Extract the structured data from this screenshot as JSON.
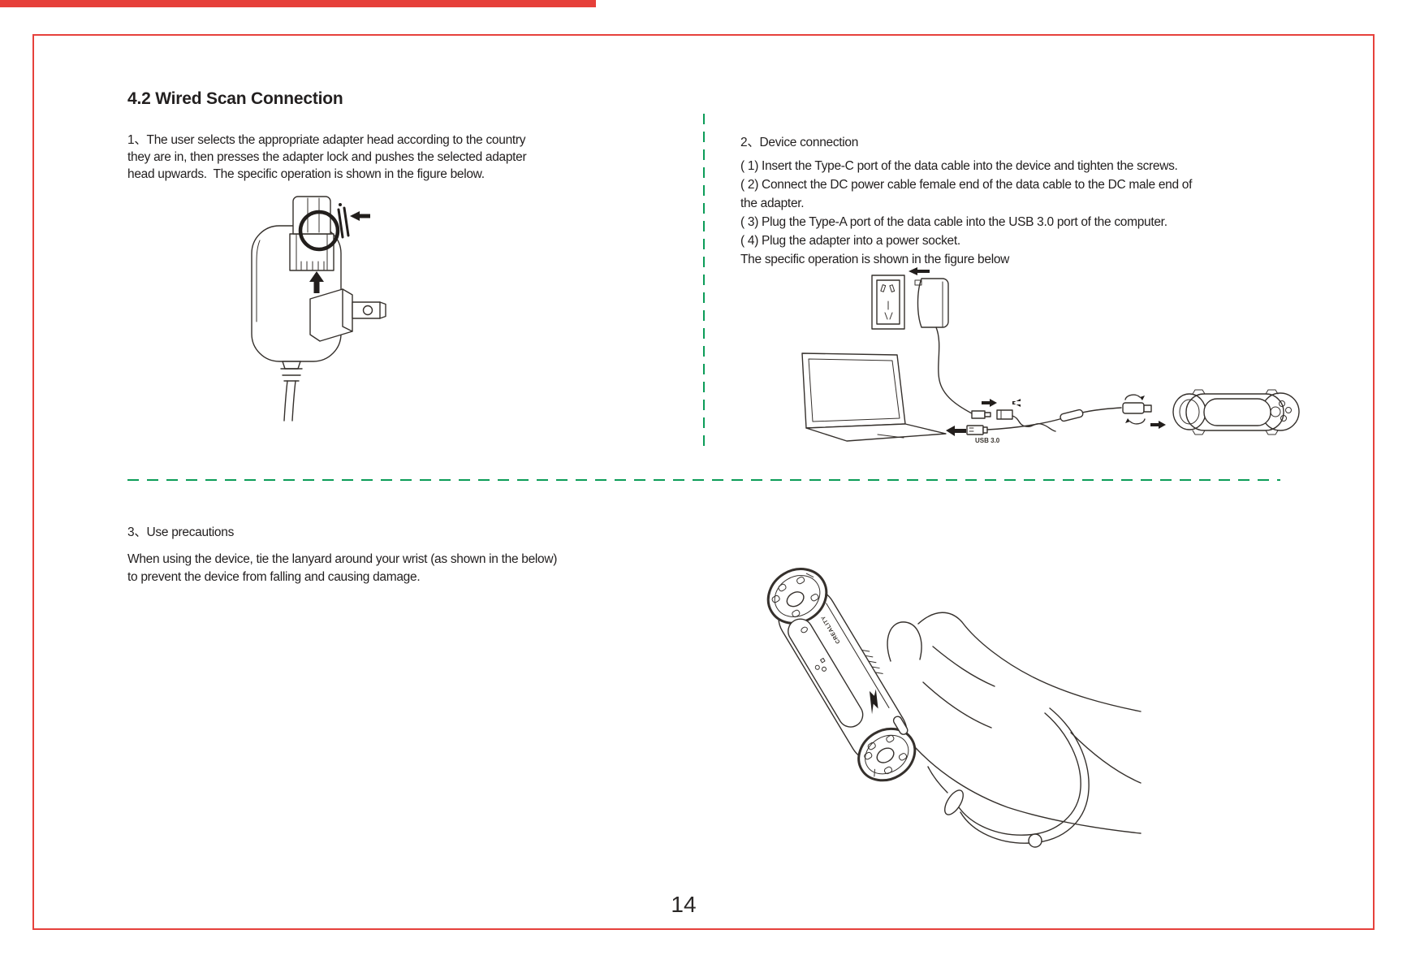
{
  "page": {
    "title": "4.2 Wired Scan Connection",
    "number": "14"
  },
  "colors": {
    "accent_red": "#e6413c",
    "divider_green": "#0b9c58",
    "text": "#232020",
    "line_art": "#35302c"
  },
  "section1": {
    "lines": [
      "1、The user selects the appropriate adapter head according to the country",
      "they are in, then presses the adapter lock and pushes the selected adapter",
      "head upwards.  The specific operation is shown in the figure below."
    ]
  },
  "section2": {
    "heading": "2、Device connection",
    "lines": [
      "( 1) Insert the Type-C port of the data cable into the device and tighten the screws.",
      "( 2) Connect the DC power cable female end of the data cable to the DC male end of",
      "the adapter.",
      "( 3) Plug the Type-A port of the data cable into the USB 3.0 port of the computer.",
      "( 4) Plug the adapter into a power socket.",
      "The specific operation is shown in the figure below"
    ]
  },
  "section3": {
    "heading": "3、Use precautions",
    "lines": [
      "When using the device, tie the lanyard around your wrist (as shown in the below)",
      "to prevent the device from falling and causing damage."
    ]
  },
  "figures": {
    "connection": {
      "usb_label": "USB 3.0"
    },
    "lanyard": {
      "brand": "CREALITY"
    }
  }
}
